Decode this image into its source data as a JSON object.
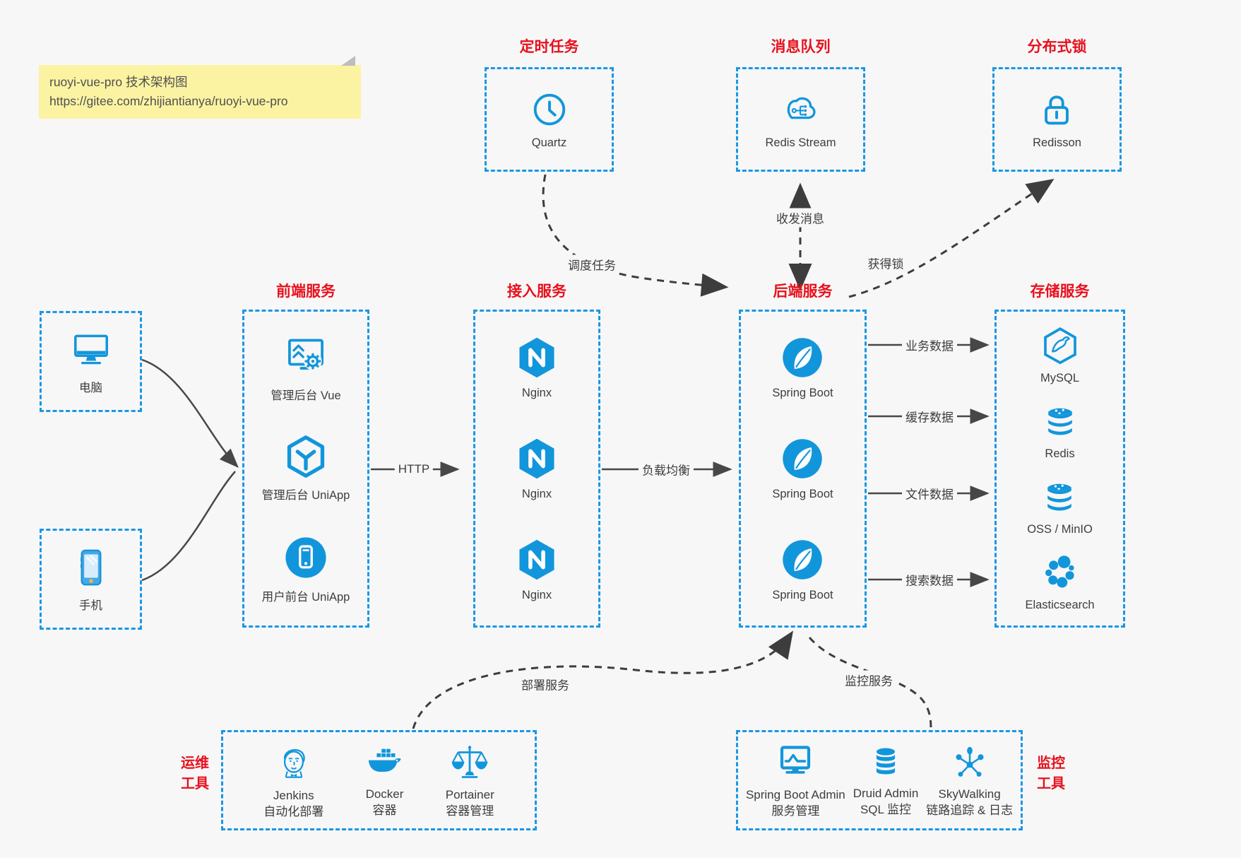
{
  "note": {
    "line1": "ruoyi-vue-pro 技术架构图",
    "line2": "https://gitee.com/zhijiantianya/ruoyi-vue-pro"
  },
  "groups": {
    "scheduler": {
      "title": "定时任务",
      "item": {
        "icon": "clock-icon",
        "label": "Quartz"
      }
    },
    "mq": {
      "title": "消息队列",
      "item": {
        "icon": "cloud-stream-icon",
        "label": "Redis Stream"
      }
    },
    "lock": {
      "title": "分布式锁",
      "item": {
        "icon": "lock-icon",
        "label": "Redisson"
      }
    },
    "clients": {
      "pc": "电脑",
      "mobile": "手机"
    },
    "frontend": {
      "title": "前端服务",
      "items": [
        {
          "icon": "admin-vue-icon",
          "label": "管理后台 Vue"
        },
        {
          "icon": "uniapp-icon",
          "label": "管理后台 UniApp"
        },
        {
          "icon": "user-app-icon",
          "label": "用户前台 UniApp"
        }
      ]
    },
    "gateway": {
      "title": "接入服务",
      "items": [
        {
          "icon": "nginx-icon",
          "label": "Nginx"
        },
        {
          "icon": "nginx-icon",
          "label": "Nginx"
        },
        {
          "icon": "nginx-icon",
          "label": "Nginx"
        }
      ]
    },
    "backend": {
      "title": "后端服务",
      "items": [
        {
          "icon": "spring-boot-icon",
          "label": "Spring Boot"
        },
        {
          "icon": "spring-boot-icon",
          "label": "Spring Boot"
        },
        {
          "icon": "spring-boot-icon",
          "label": "Spring Boot"
        }
      ]
    },
    "storage": {
      "title": "存储服务",
      "items": [
        {
          "icon": "mysql-icon",
          "label": "MySQL"
        },
        {
          "icon": "redis-icon",
          "label": "Redis"
        },
        {
          "icon": "redis-icon",
          "label": "OSS / MinIO"
        },
        {
          "icon": "elasticsearch-icon",
          "label": "Elasticsearch"
        }
      ]
    },
    "ops": {
      "title_line1": "运维",
      "title_line2": "工具",
      "items": [
        {
          "icon": "jenkins-icon",
          "label": "Jenkins",
          "sublabel": "自动化部署"
        },
        {
          "icon": "docker-icon",
          "label": "Docker",
          "sublabel": "容器"
        },
        {
          "icon": "portainer-icon",
          "label": "Portainer",
          "sublabel": "容器管理"
        }
      ]
    },
    "monitor": {
      "title_line1": "监控",
      "title_line2": "工具",
      "items": [
        {
          "icon": "spring-boot-admin-icon",
          "label": "Spring Boot Admin",
          "sublabel": "服务管理"
        },
        {
          "icon": "druid-icon",
          "label": "Druid Admin",
          "sublabel": "SQL 监控"
        },
        {
          "icon": "skywalking-icon",
          "label": "SkyWalking",
          "sublabel": "链路追踪 & 日志"
        }
      ]
    }
  },
  "edges": {
    "http": "HTTP",
    "load_balance": "负载均衡",
    "business_data": "业务数据",
    "cache_data": "缓存数据",
    "file_data": "文件数据",
    "search_data": "搜索数据",
    "schedule_task": "调度任务",
    "send_receive_message": "收发消息",
    "acquire_lock": "获得锁",
    "deploy_service": "部署服务",
    "monitor_service": "监控服务"
  },
  "colors": {
    "accent_blue": "#1296db",
    "border_blue": "#1a97e3",
    "title_red": "#e8111c",
    "arrow": "#474747",
    "background": "#f7f7f8",
    "note_bg": "#fbf3a2"
  }
}
